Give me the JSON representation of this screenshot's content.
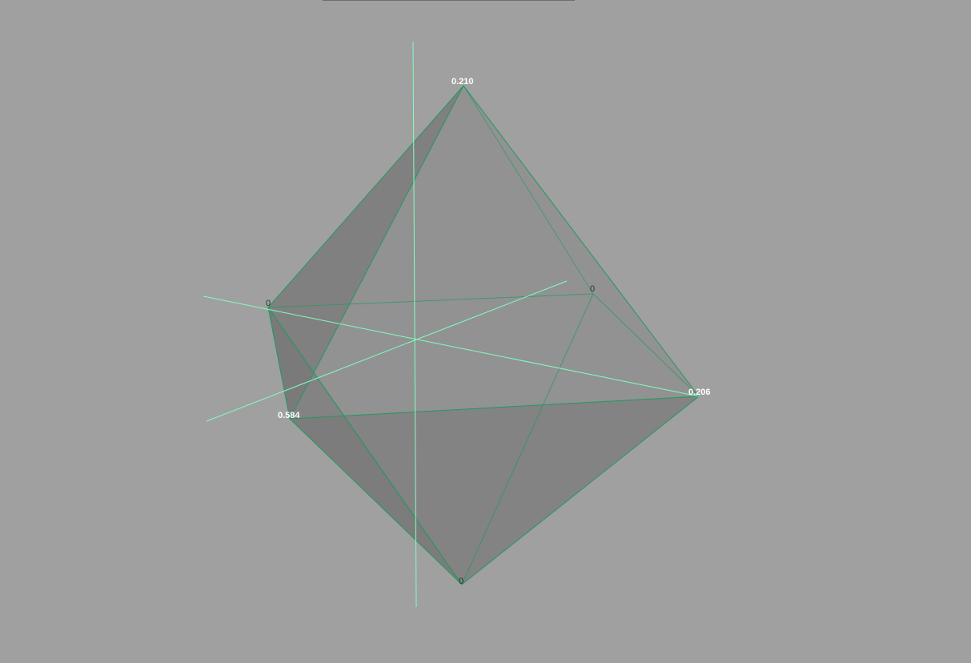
{
  "viewport": {
    "background": "#a0a0a0",
    "axis_color": "#7fffc0",
    "edge_color": "#1f9a5f"
  },
  "vertices": {
    "top": {
      "label": "0.210",
      "style": "light"
    },
    "left": {
      "label": "0",
      "style": "dark"
    },
    "back_right": {
      "label": "0",
      "style": "dark"
    },
    "right": {
      "label": "0.206",
      "style": "light"
    },
    "front_left": {
      "label": "0.584",
      "style": "light"
    },
    "bottom": {
      "label": "0",
      "style": "dark"
    }
  }
}
